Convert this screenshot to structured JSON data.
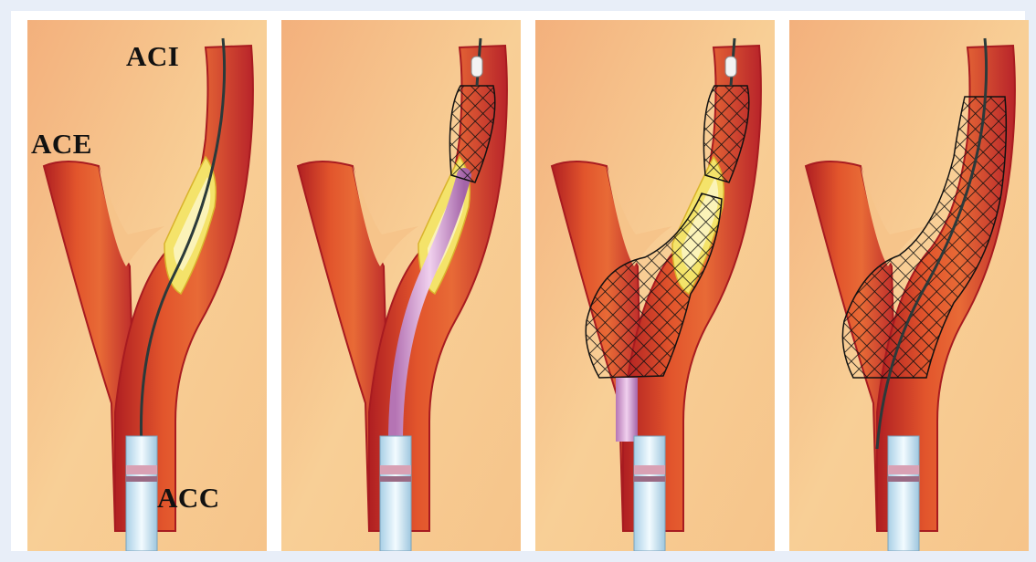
{
  "labels": {
    "aci": "ACI",
    "ace": "ACE",
    "acc": "ACC"
  },
  "colors": {
    "background": "#f6c28a",
    "vessel_outer": "#c8282a",
    "vessel_inner": "#e0552d",
    "plaque": "#f2e05a",
    "lumen": "#f5f0a0",
    "guidewire": "#2b3a3a",
    "catheter": "#c98fc6",
    "sheath": "#cfe6f3",
    "stent": "#1a1a1a"
  },
  "panels": [
    {
      "id": "panel-1",
      "stage": "guidewire"
    },
    {
      "id": "panel-2",
      "stage": "filter-and-delivery-catheter"
    },
    {
      "id": "panel-3",
      "stage": "stent-deployed"
    },
    {
      "id": "panel-4",
      "stage": "stent-expanded"
    }
  ]
}
